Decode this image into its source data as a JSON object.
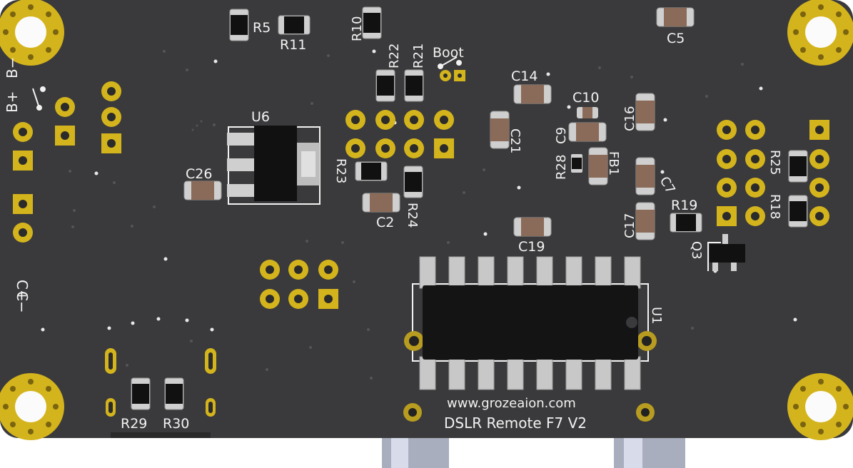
{
  "board": {
    "colors": {
      "substrate": "#3a3a3c",
      "silkscreen": "#f2f2f2",
      "copper_gold": "#d4b41c",
      "pad_silver": "#bcbcbc",
      "chip_black": "#141414",
      "capacitor_body": "#8a6a58"
    },
    "website": "www.grozeaion.com",
    "product": "DSLR Remote F7 V2"
  },
  "labels": {
    "R5": "R5",
    "R11": "R11",
    "R10": "R10",
    "R22": "R22",
    "R21": "R21",
    "Boot": "Boot",
    "C5": "C5",
    "C14": "C14",
    "C10": "C10",
    "C16": "C16",
    "C9": "C9",
    "R28": "R28",
    "FB1": "FB1",
    "C21": "C21",
    "U6": "U6",
    "C26": "C26",
    "R23": "R23",
    "C2": "C2",
    "R24": "R24",
    "C19": "C19",
    "C7": "C7",
    "C17": "C17",
    "R19": "R19",
    "R25": "R25",
    "R18": "R18",
    "Q3": "Q3",
    "U1": "U1",
    "R29": "R29",
    "R30": "R30",
    "Bplus": "B+",
    "Bminus": "B−",
    "Cplus": "C+",
    "Cminus": "C−"
  }
}
